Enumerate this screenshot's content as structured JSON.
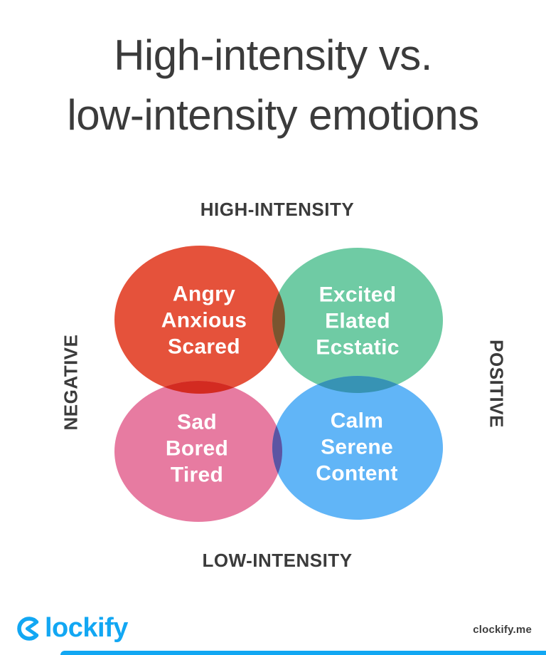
{
  "title": {
    "line1": "High-intensity vs.",
    "line2": "low-intensity emotions"
  },
  "axis_labels": {
    "top": "HIGH-INTENSITY",
    "bottom": "LOW-INTENSITY",
    "left": "NEGATIVE",
    "right": "POSITIVE"
  },
  "quadrants": [
    {
      "name": "high-intensity-negative",
      "color": "#E5523B",
      "emotions": [
        "Angry",
        "Anxious",
        "Scared"
      ]
    },
    {
      "name": "high-intensity-positive",
      "color": "#6FCBA4",
      "emotions": [
        "Excited",
        "Elated",
        "Ecstatic"
      ]
    },
    {
      "name": "low-intensity-negative",
      "color": "#E77BA1",
      "emotions": [
        "Sad",
        "Bored",
        "Tired"
      ]
    },
    {
      "name": "low-intensity-positive",
      "color": "#61B5F7",
      "emotions": [
        "Calm",
        "Serene",
        "Content"
      ]
    }
  ],
  "overlaps": {
    "top_color": "#7A552F",
    "left_color": "#D32B21",
    "right_color": "#3793B4",
    "bottom_color": "#5C55A3"
  },
  "footer": {
    "brand": "Clockify",
    "brand_wordmark_rest": "lockify",
    "site": "clockify.me",
    "brand_color": "#12A7F3",
    "bar_color": "#12A7F3"
  },
  "text_color": "#3B3B3B"
}
